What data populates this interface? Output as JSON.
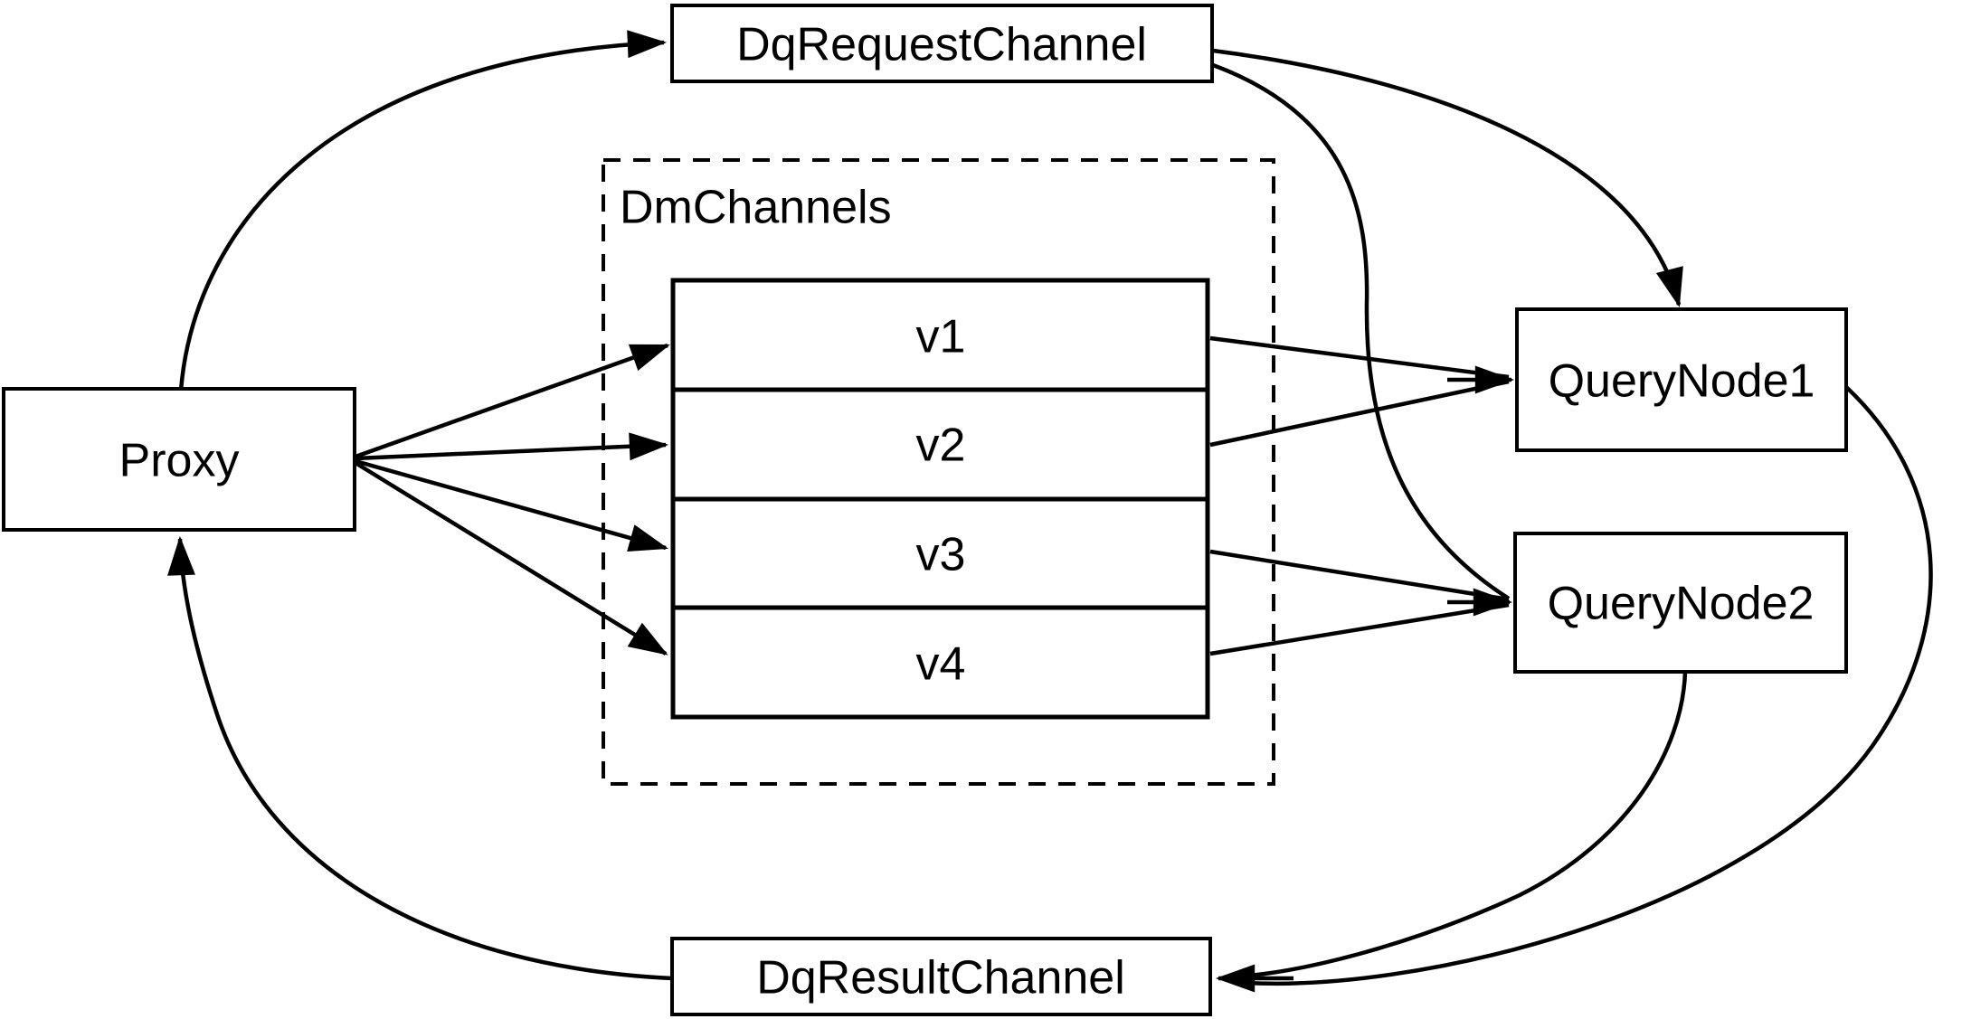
{
  "nodes": {
    "proxy": {
      "label": "Proxy"
    },
    "dq_request_channel": {
      "label": "DqRequestChannel"
    },
    "dm_channels": {
      "label": "DmChannels",
      "channels": [
        "v1",
        "v2",
        "v3",
        "v4"
      ]
    },
    "query_node_1": {
      "label": "QueryNode1"
    },
    "query_node_2": {
      "label": "QueryNode2"
    },
    "dq_result_channel": {
      "label": "DqResultChannel"
    }
  },
  "edges": [
    {
      "from": "Proxy",
      "to": "DqRequestChannel"
    },
    {
      "from": "Proxy",
      "to": "v1"
    },
    {
      "from": "Proxy",
      "to": "v2"
    },
    {
      "from": "Proxy",
      "to": "v3"
    },
    {
      "from": "Proxy",
      "to": "v4"
    },
    {
      "from": "v1",
      "to": "QueryNode1"
    },
    {
      "from": "v2",
      "to": "QueryNode1"
    },
    {
      "from": "v3",
      "to": "QueryNode2"
    },
    {
      "from": "v4",
      "to": "QueryNode2"
    },
    {
      "from": "DqRequestChannel",
      "to": "QueryNode1"
    },
    {
      "from": "DqRequestChannel",
      "to": "QueryNode2"
    },
    {
      "from": "QueryNode1",
      "to": "DqResultChannel"
    },
    {
      "from": "QueryNode2",
      "to": "DqResultChannel"
    },
    {
      "from": "DqResultChannel",
      "to": "Proxy"
    }
  ],
  "colors": {
    "line": "#000000",
    "background": "#ffffff",
    "box_fill": "#ffffff",
    "text": "#000000"
  }
}
